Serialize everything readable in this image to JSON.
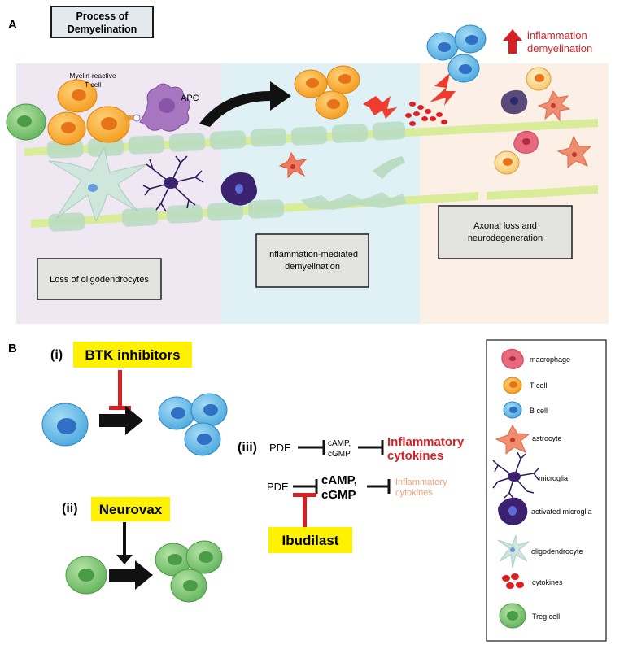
{
  "panel_a": {
    "letter": "A",
    "title_line1": "Process of",
    "title_line2": "Demyelination",
    "tcell_label_line1": "Myelin-reactive",
    "tcell_label_line2": "T cell",
    "apc_label": "APC",
    "up_line1": "inflammation",
    "up_line2": "demyelination",
    "stage1_label": "Loss of oligodendrocytes",
    "stage2_line1": "Inflammation-mediated",
    "stage2_line2": "demyelination",
    "stage3_line1": "Axonal loss and",
    "stage3_line2": "neurodegeneration"
  },
  "panel_b": {
    "letter": "B",
    "i_label": "(i)",
    "btk": "BTK inhibitors",
    "ii_label": "(ii)",
    "neurovax": "Neurovax",
    "iii_label": "(iii)",
    "pde_top": "PDE",
    "camp_small_1": "cAMP,",
    "camp_small_2": "cGMP",
    "inflam_red_1": "Inflammatory",
    "inflam_red_2": "cytokines",
    "pde_bottom": "PDE",
    "camp_big_1": "cAMP,",
    "camp_big_2": "cGMP",
    "inflam_light_1": "Inflammatory",
    "inflam_light_2": "cytokines",
    "ibudilast": "Ibudilast"
  },
  "legend": {
    "macrophage": "macrophage",
    "tcell": "T cell",
    "bcell": "B cell",
    "astrocyte": "astrocyte",
    "microglia": "microglia",
    "activated_microglia": "activated microglia",
    "oligodendrocyte": "oligodendrocyte",
    "cytokines": "cytokines",
    "treg": "Treg cell"
  },
  "colors": {
    "red": "#d71f26",
    "yellow": "#fff200",
    "myelin_bar": "#d8ec9a",
    "tcell": "#f7a823",
    "bcell": "#5bb8e6",
    "treg": "#7cc576",
    "apc": "#a371b8"
  }
}
